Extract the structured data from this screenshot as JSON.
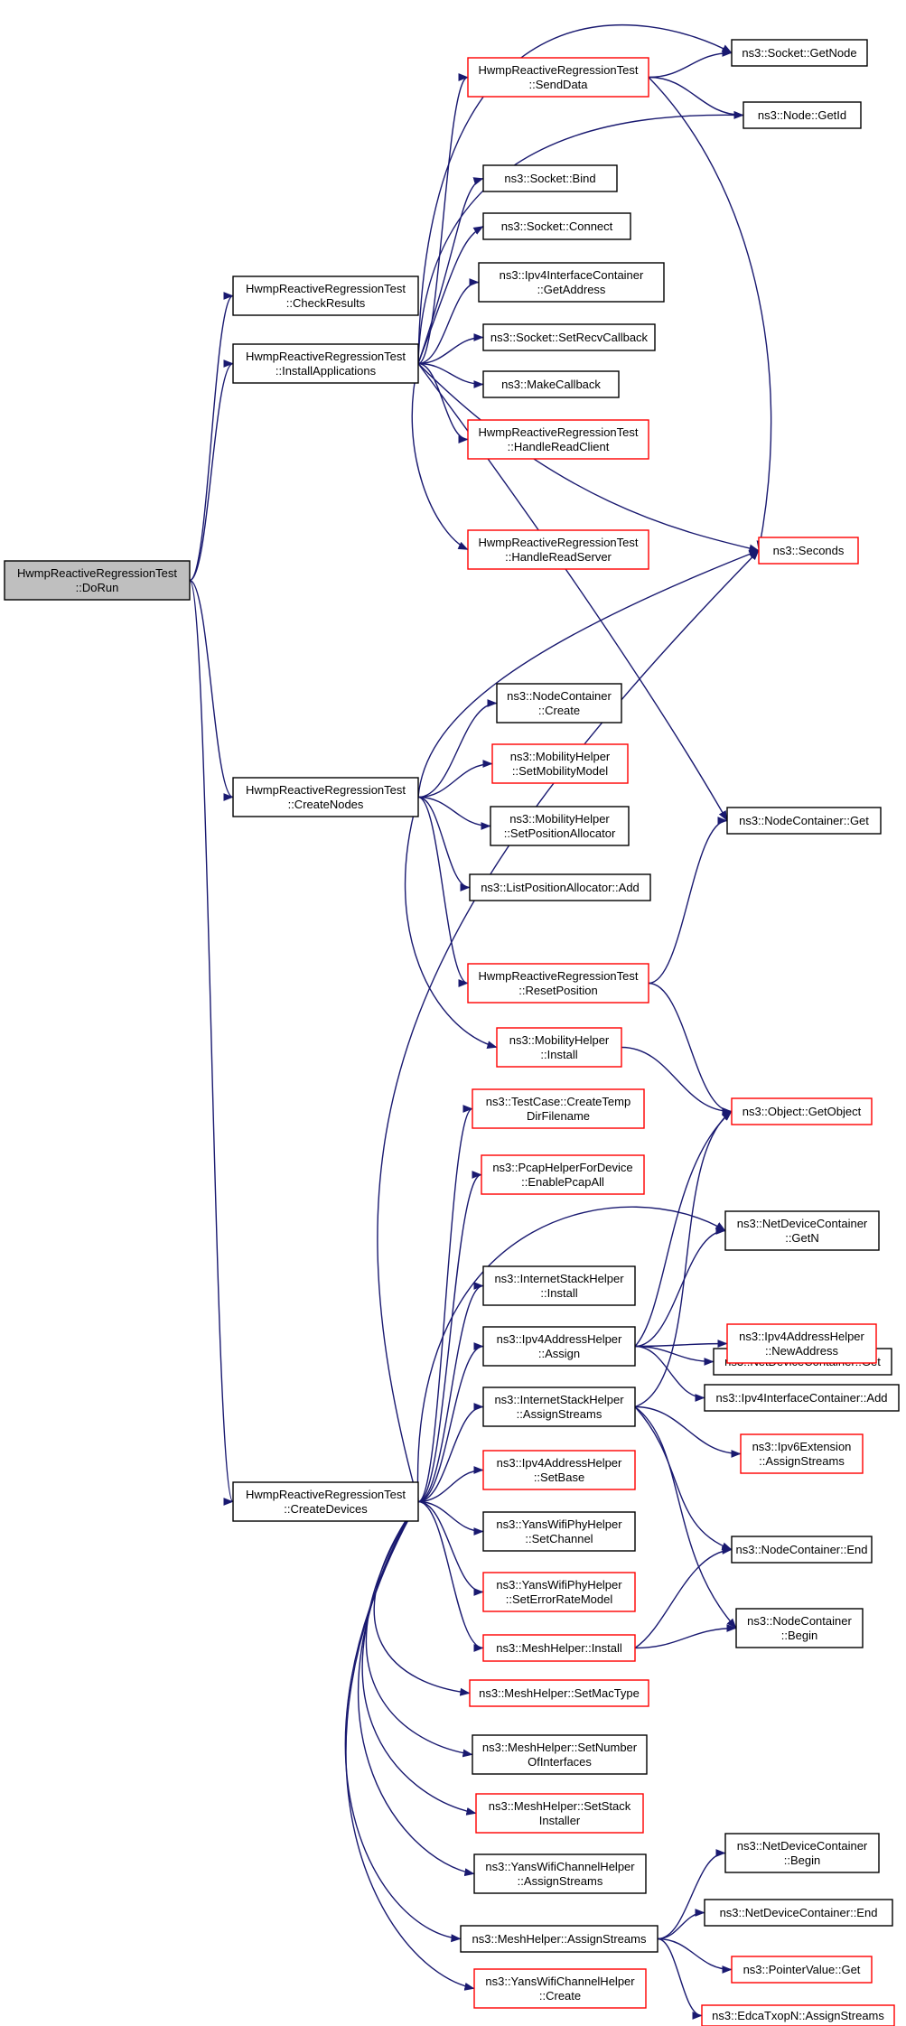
{
  "colors": {
    "edge": "#191970",
    "normal": "#000000",
    "incomplete": "#ff0000",
    "root_fill": "#bfbfbf"
  },
  "nodes": [
    {
      "id": "dorun",
      "lines": [
        "HwmpReactiveRegressionTest",
        "::DoRun"
      ],
      "style": "root"
    },
    {
      "id": "checkresults",
      "lines": [
        "HwmpReactiveRegressionTest",
        "::CheckResults"
      ],
      "style": "normal"
    },
    {
      "id": "installapps",
      "lines": [
        "HwmpReactiveRegressionTest",
        "::InstallApplications"
      ],
      "style": "normal"
    },
    {
      "id": "createnodes",
      "lines": [
        "HwmpReactiveRegressionTest",
        "::CreateNodes"
      ],
      "style": "normal"
    },
    {
      "id": "createdevices",
      "lines": [
        "HwmpReactiveRegressionTest",
        "::CreateDevices"
      ],
      "style": "normal"
    },
    {
      "id": "senddata",
      "lines": [
        "HwmpReactiveRegressionTest",
        "::SendData"
      ],
      "style": "red"
    },
    {
      "id": "getnode",
      "lines": [
        "ns3::Socket::GetNode"
      ],
      "style": "normal"
    },
    {
      "id": "getid",
      "lines": [
        "ns3::Node::GetId"
      ],
      "style": "normal"
    },
    {
      "id": "bind",
      "lines": [
        "ns3::Socket::Bind"
      ],
      "style": "normal"
    },
    {
      "id": "connect",
      "lines": [
        "ns3::Socket::Connect"
      ],
      "style": "normal"
    },
    {
      "id": "getaddress",
      "lines": [
        "ns3::Ipv4InterfaceContainer",
        "::GetAddress"
      ],
      "style": "normal"
    },
    {
      "id": "setrecv",
      "lines": [
        "ns3::Socket::SetRecvCallback"
      ],
      "style": "normal"
    },
    {
      "id": "makecallback",
      "lines": [
        "ns3::MakeCallback"
      ],
      "style": "normal"
    },
    {
      "id": "readclient",
      "lines": [
        "HwmpReactiveRegressionTest",
        "::HandleReadClient"
      ],
      "style": "red"
    },
    {
      "id": "readserver",
      "lines": [
        "HwmpReactiveRegressionTest",
        "::HandleReadServer"
      ],
      "style": "red"
    },
    {
      "id": "seconds",
      "lines": [
        "ns3::Seconds"
      ],
      "style": "red"
    },
    {
      "id": "nccreate",
      "lines": [
        "ns3::NodeContainer",
        "::Create"
      ],
      "style": "normal"
    },
    {
      "id": "setmobmodel",
      "lines": [
        "ns3::MobilityHelper",
        "::SetMobilityModel"
      ],
      "style": "red"
    },
    {
      "id": "setposalloc",
      "lines": [
        "ns3::MobilityHelper",
        "::SetPositionAllocator"
      ],
      "style": "normal"
    },
    {
      "id": "lpaadd",
      "lines": [
        "ns3::ListPositionAllocator::Add"
      ],
      "style": "normal"
    },
    {
      "id": "ncget",
      "lines": [
        "ns3::NodeContainer::Get"
      ],
      "style": "normal"
    },
    {
      "id": "resetpos",
      "lines": [
        "HwmpReactiveRegressionTest",
        "::ResetPosition"
      ],
      "style": "red"
    },
    {
      "id": "mobinstall",
      "lines": [
        "ns3::MobilityHelper",
        "::Install"
      ],
      "style": "red"
    },
    {
      "id": "getobject",
      "lines": [
        "ns3::Object::GetObject"
      ],
      "style": "red"
    },
    {
      "id": "tempdir",
      "lines": [
        "ns3::TestCase::CreateTemp",
        "DirFilename"
      ],
      "style": "red"
    },
    {
      "id": "pcapall",
      "lines": [
        "ns3::PcapHelperForDevice",
        "::EnablePcapAll"
      ],
      "style": "red"
    },
    {
      "id": "ndcgetn",
      "lines": [
        "ns3::NetDeviceContainer",
        "::GetN"
      ],
      "style": "normal"
    },
    {
      "id": "ishinstall",
      "lines": [
        "ns3::InternetStackHelper",
        "::Install"
      ],
      "style": "normal"
    },
    {
      "id": "ndcget",
      "lines": [
        "ns3::NetDeviceContainer::Get"
      ],
      "style": "normal"
    },
    {
      "id": "v4assign",
      "lines": [
        "ns3::Ipv4AddressHelper",
        "::Assign"
      ],
      "style": "normal"
    },
    {
      "id": "newaddress",
      "lines": [
        "ns3::Ipv4AddressHelper",
        "::NewAddress"
      ],
      "style": "red"
    },
    {
      "id": "v4icadd",
      "lines": [
        "ns3::Ipv4InterfaceContainer::Add"
      ],
      "style": "normal"
    },
    {
      "id": "ishassign",
      "lines": [
        "ns3::InternetStackHelper",
        "::AssignStreams"
      ],
      "style": "normal"
    },
    {
      "id": "v6ext",
      "lines": [
        "ns3::Ipv6Extension",
        "::AssignStreams"
      ],
      "style": "red"
    },
    {
      "id": "setbase",
      "lines": [
        "ns3::Ipv4AddressHelper",
        "::SetBase"
      ],
      "style": "red"
    },
    {
      "id": "setchannel",
      "lines": [
        "ns3::YansWifiPhyHelper",
        "::SetChannel"
      ],
      "style": "normal"
    },
    {
      "id": "ncend",
      "lines": [
        "ns3::NodeContainer::End"
      ],
      "style": "normal"
    },
    {
      "id": "seterror",
      "lines": [
        "ns3::YansWifiPhyHelper",
        "::SetErrorRateModel"
      ],
      "style": "red"
    },
    {
      "id": "meshinstall",
      "lines": [
        "ns3::MeshHelper::Install"
      ],
      "style": "red"
    },
    {
      "id": "ncbegin",
      "lines": [
        "ns3::NodeContainer",
        "::Begin"
      ],
      "style": "normal"
    },
    {
      "id": "setmac",
      "lines": [
        "ns3::MeshHelper::SetMacType"
      ],
      "style": "red"
    },
    {
      "id": "setnumif",
      "lines": [
        "ns3::MeshHelper::SetNumber",
        "OfInterfaces"
      ],
      "style": "normal"
    },
    {
      "id": "setstack",
      "lines": [
        "ns3::MeshHelper::SetStack",
        "Installer"
      ],
      "style": "red"
    },
    {
      "id": "ywchassign",
      "lines": [
        "ns3::YansWifiChannelHelper",
        "::AssignStreams"
      ],
      "style": "normal"
    },
    {
      "id": "ndcbegin",
      "lines": [
        "ns3::NetDeviceContainer",
        "::Begin"
      ],
      "style": "normal"
    },
    {
      "id": "ndcend",
      "lines": [
        "ns3::NetDeviceContainer::End"
      ],
      "style": "normal"
    },
    {
      "id": "meshassign",
      "lines": [
        "ns3::MeshHelper::AssignStreams"
      ],
      "style": "normal"
    },
    {
      "id": "pvget",
      "lines": [
        "ns3::PointerValue::Get"
      ],
      "style": "red"
    },
    {
      "id": "edca",
      "lines": [
        "ns3::EdcaTxopN::AssignStreams"
      ],
      "style": "red"
    },
    {
      "id": "ywchcreate",
      "lines": [
        "ns3::YansWifiChannelHelper",
        "::Create"
      ],
      "style": "red"
    }
  ],
  "edges": [
    [
      "dorun",
      "checkresults"
    ],
    [
      "dorun",
      "installapps"
    ],
    [
      "dorun",
      "createnodes"
    ],
    [
      "dorun",
      "createdevices"
    ],
    [
      "installapps",
      "senddata"
    ],
    [
      "installapps",
      "getnode"
    ],
    [
      "installapps",
      "getid"
    ],
    [
      "installapps",
      "bind"
    ],
    [
      "installapps",
      "connect"
    ],
    [
      "installapps",
      "getaddress"
    ],
    [
      "installapps",
      "setrecv"
    ],
    [
      "installapps",
      "makecallback"
    ],
    [
      "installapps",
      "readclient"
    ],
    [
      "installapps",
      "readserver"
    ],
    [
      "installapps",
      "seconds"
    ],
    [
      "installapps",
      "ncget"
    ],
    [
      "senddata",
      "getnode"
    ],
    [
      "senddata",
      "getid"
    ],
    [
      "senddata",
      "seconds"
    ],
    [
      "createnodes",
      "seconds"
    ],
    [
      "createnodes",
      "nccreate"
    ],
    [
      "createnodes",
      "setmobmodel"
    ],
    [
      "createnodes",
      "setposalloc"
    ],
    [
      "createnodes",
      "lpaadd"
    ],
    [
      "createnodes",
      "resetpos"
    ],
    [
      "createnodes",
      "mobinstall"
    ],
    [
      "resetpos",
      "ncget"
    ],
    [
      "resetpos",
      "getobject"
    ],
    [
      "mobinstall",
      "getobject"
    ],
    [
      "createdevices",
      "seconds"
    ],
    [
      "createdevices",
      "tempdir"
    ],
    [
      "createdevices",
      "pcapall"
    ],
    [
      "createdevices",
      "ndcgetn"
    ],
    [
      "createdevices",
      "ishinstall"
    ],
    [
      "createdevices",
      "v4assign"
    ],
    [
      "createdevices",
      "ishassign"
    ],
    [
      "createdevices",
      "setbase"
    ],
    [
      "createdevices",
      "setchannel"
    ],
    [
      "createdevices",
      "seterror"
    ],
    [
      "createdevices",
      "meshinstall"
    ],
    [
      "createdevices",
      "setmac"
    ],
    [
      "createdevices",
      "setnumif"
    ],
    [
      "createdevices",
      "setstack"
    ],
    [
      "createdevices",
      "ywchassign"
    ],
    [
      "createdevices",
      "meshassign"
    ],
    [
      "createdevices",
      "ywchcreate"
    ],
    [
      "v4assign",
      "getobject"
    ],
    [
      "v4assign",
      "ndcgetn"
    ],
    [
      "v4assign",
      "ndcget"
    ],
    [
      "v4assign",
      "newaddress"
    ],
    [
      "v4assign",
      "v4icadd"
    ],
    [
      "ishassign",
      "getobject"
    ],
    [
      "ishassign",
      "v6ext"
    ],
    [
      "ishassign",
      "ncend"
    ],
    [
      "ishassign",
      "ncbegin"
    ],
    [
      "meshinstall",
      "ncend"
    ],
    [
      "meshinstall",
      "ncbegin"
    ],
    [
      "meshassign",
      "ndcbegin"
    ],
    [
      "meshassign",
      "ndcend"
    ],
    [
      "meshassign",
      "pvget"
    ],
    [
      "meshassign",
      "edca"
    ]
  ]
}
